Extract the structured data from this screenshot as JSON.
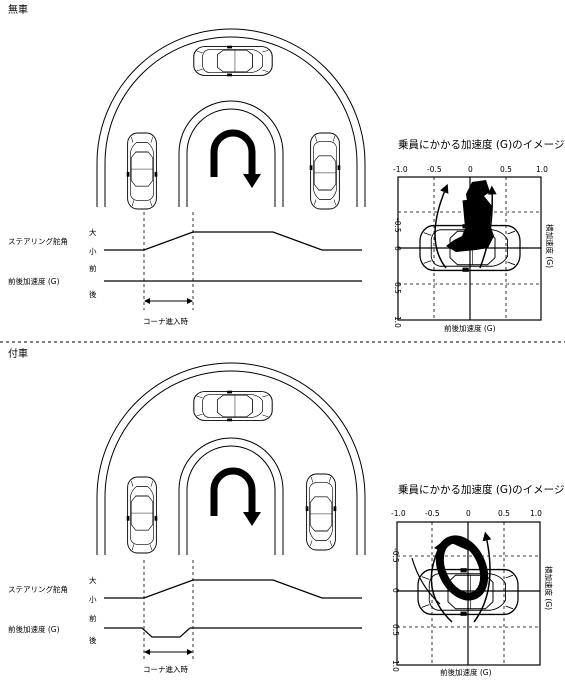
{
  "top": {
    "section_label": "無車",
    "graph_title": "乗員にかかる加速度 (G)のイメージ",
    "steer_label": "ステアリング舵角",
    "steer_hi": "大",
    "steer_lo": "小",
    "accel_label": "前後加速度 (G)",
    "accel_front": "前",
    "accel_rear": "後",
    "corner_label": "コーナ進入時",
    "x_ticks": [
      "-1.0",
      "-0.5",
      "0",
      "0.5",
      "1.0"
    ],
    "y_ticks": [
      "-0.5",
      "0",
      "0.5",
      "1.0"
    ],
    "x_axis_label": "前後加速度 (G)",
    "y_axis_label": "横加速度 (G)"
  },
  "bottom": {
    "section_label": "付車",
    "graph_title": "乗員にかかる加速度 (G)のイメージ",
    "steer_label": "ステアリング舵角",
    "steer_hi": "大",
    "steer_lo": "小",
    "accel_label": "前後加速度 (G)",
    "accel_front": "前",
    "accel_rear": "後",
    "corner_label": "コーナ進入時",
    "x_ticks": [
      "-1.0",
      "-0.5",
      "0",
      "0.5",
      "1.0"
    ],
    "y_ticks": [
      "-0.5",
      "0",
      "0.5",
      "1.0"
    ],
    "x_axis_label": "前後加速度 (G)",
    "y_axis_label": "横加速度 (G)"
  },
  "colors": {
    "line": "#000000",
    "background": "#ffffff"
  },
  "icons": [
    "car-top-view-icon",
    "u-turn-arrow-icon",
    "double-arrow-icon"
  ]
}
